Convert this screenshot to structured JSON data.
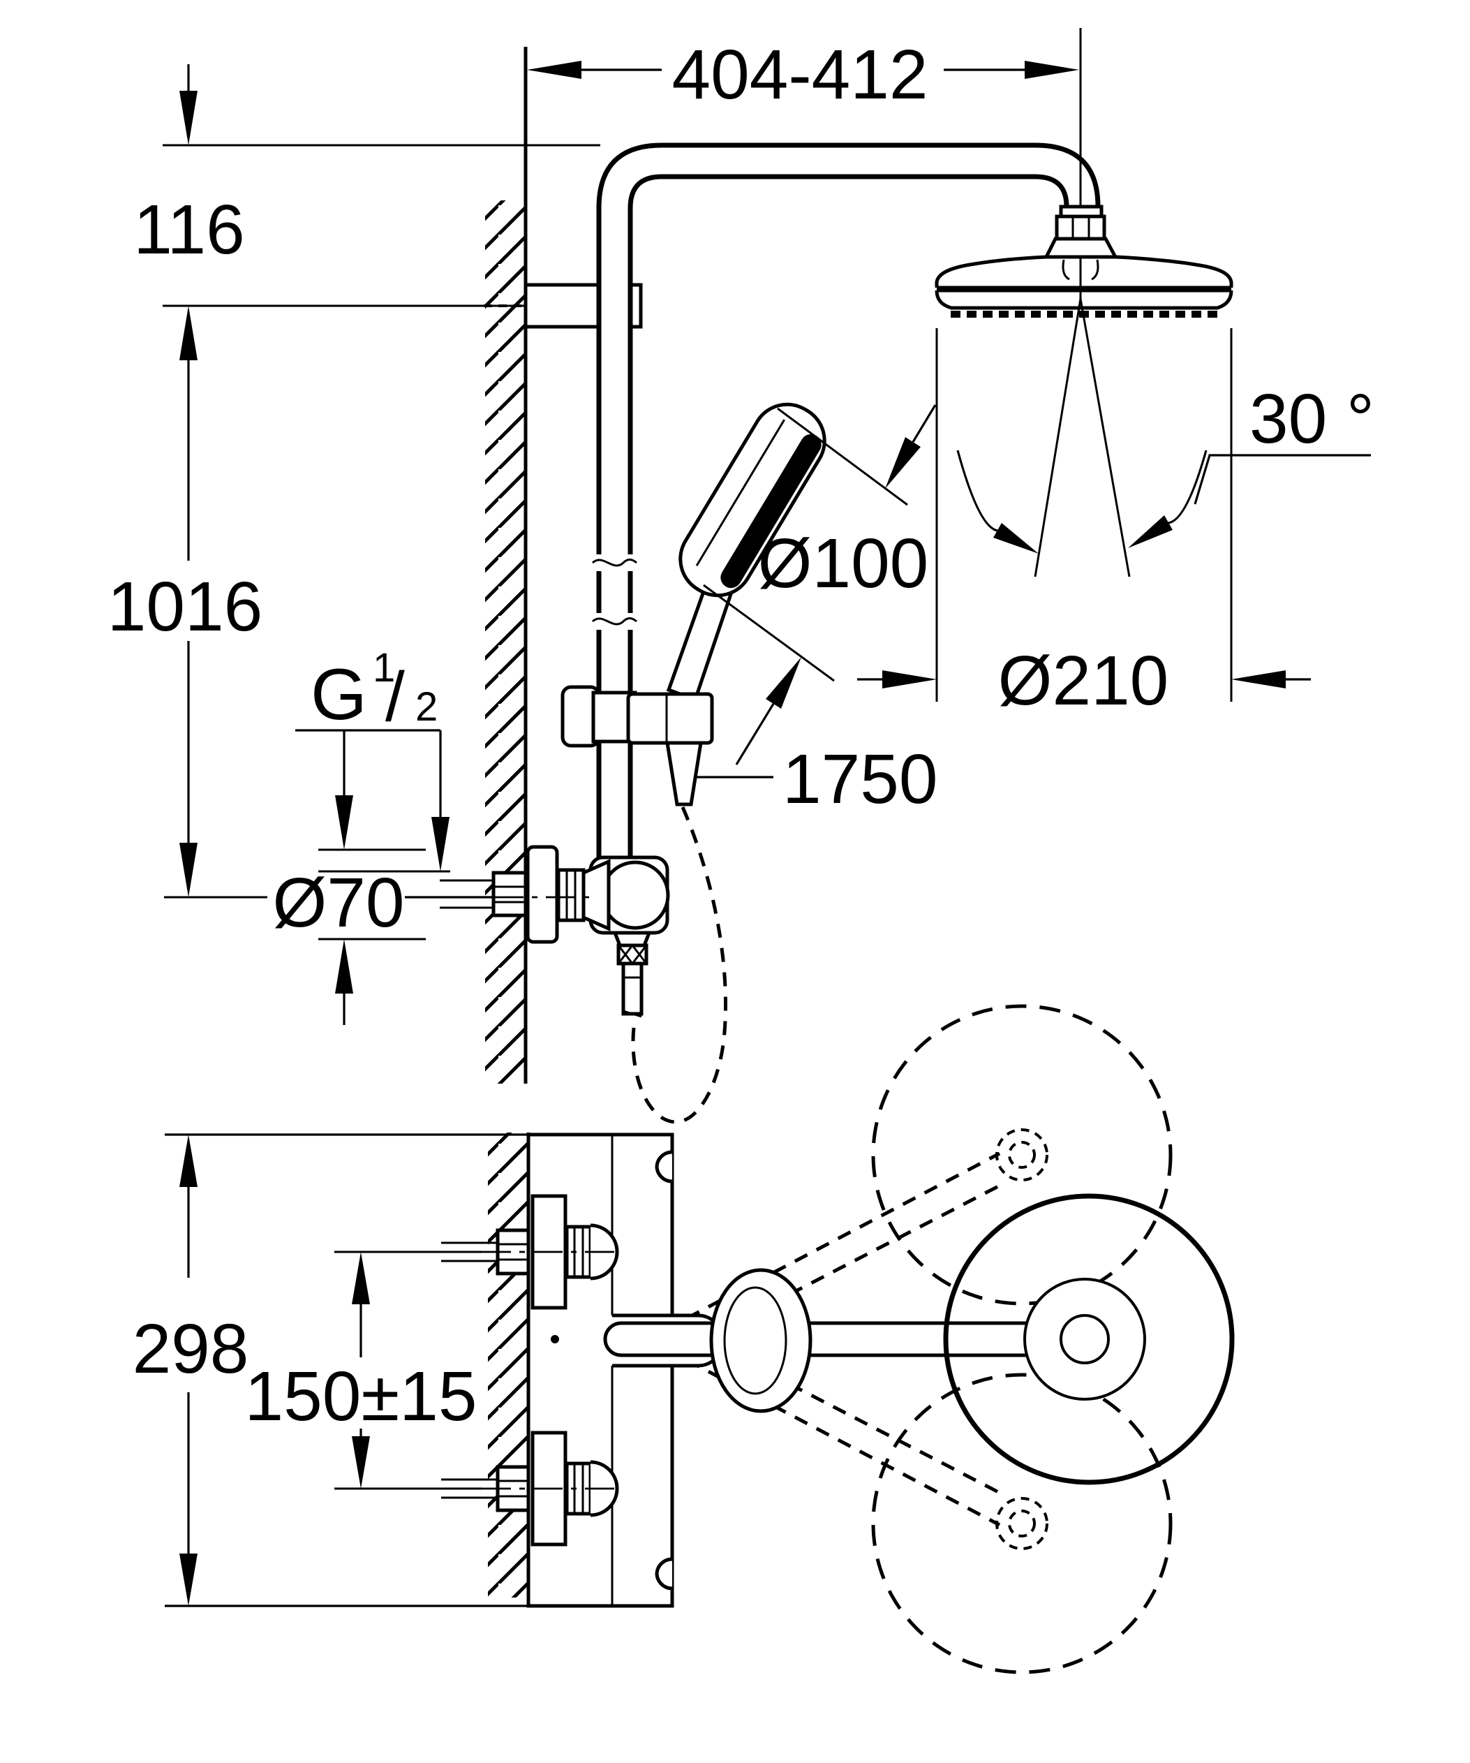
{
  "drawing": {
    "type": "bathroom shower system installation drawing",
    "views": {
      "count": 2
    },
    "labels": {
      "top_width": "404-412",
      "arm_drop": "116",
      "riser_height": "1016",
      "head_tilt_angle": "30 °",
      "hand_shower_diameter": "Ø100",
      "head_shower_diameter": "Ø210",
      "hose_length": "1750",
      "thread": {
        "g": "G",
        "numerator": "1",
        "slash": "/",
        "denominator": "2"
      },
      "escutcheon_diameter": "Ø70",
      "valve_height": "298",
      "supply_spacing": "150±15"
    },
    "colors": {
      "ink": "#000000",
      "paper": "#ffffff"
    }
  }
}
